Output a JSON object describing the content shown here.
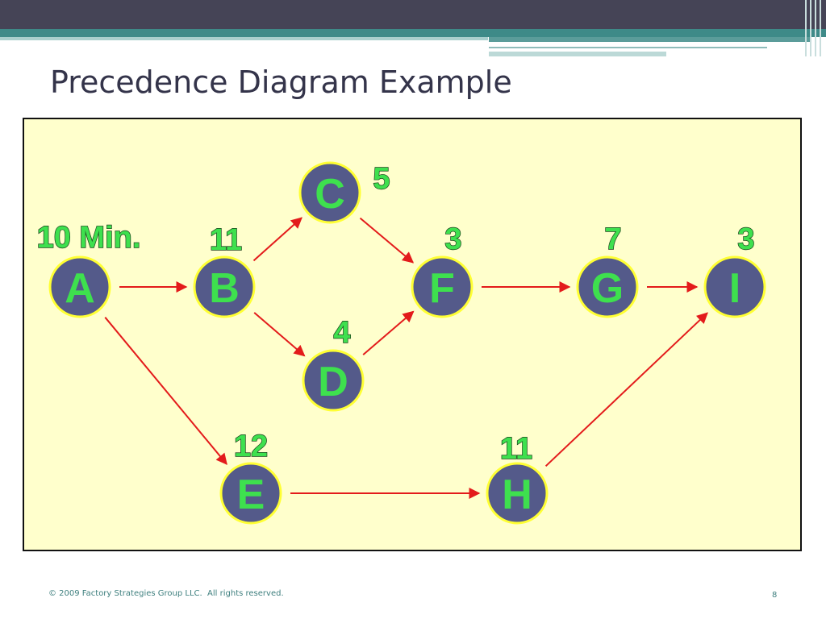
{
  "slide": {
    "title": "Precedence Diagram Example",
    "footer": "© 2009 Factory Strategies Group LLC.  All rights reserved.",
    "page_number": "8"
  },
  "colors": {
    "panel_bg": "#ffffcc",
    "node_fill": "#545a8a",
    "node_border": "#ffff33",
    "node_text": "#3ee04e",
    "arrow": "#e31b1b",
    "header_dark": "#454456",
    "header_teal": "#3e8a88"
  },
  "diagram": {
    "nodes": [
      {
        "id": "A",
        "label": "A",
        "duration": "10 Min."
      },
      {
        "id": "B",
        "label": "B",
        "duration": "11"
      },
      {
        "id": "C",
        "label": "C",
        "duration": "5"
      },
      {
        "id": "D",
        "label": "D",
        "duration": "4"
      },
      {
        "id": "E",
        "label": "E",
        "duration": "12"
      },
      {
        "id": "F",
        "label": "F",
        "duration": "3"
      },
      {
        "id": "G",
        "label": "G",
        "duration": "7"
      },
      {
        "id": "H",
        "label": "H",
        "duration": "11"
      },
      {
        "id": "I",
        "label": "I",
        "duration": "3"
      }
    ],
    "edges": [
      {
        "from": "A",
        "to": "B"
      },
      {
        "from": "A",
        "to": "E"
      },
      {
        "from": "B",
        "to": "C"
      },
      {
        "from": "B",
        "to": "D"
      },
      {
        "from": "C",
        "to": "F"
      },
      {
        "from": "D",
        "to": "F"
      },
      {
        "from": "F",
        "to": "G"
      },
      {
        "from": "G",
        "to": "I"
      },
      {
        "from": "E",
        "to": "H"
      },
      {
        "from": "H",
        "to": "I"
      }
    ]
  }
}
